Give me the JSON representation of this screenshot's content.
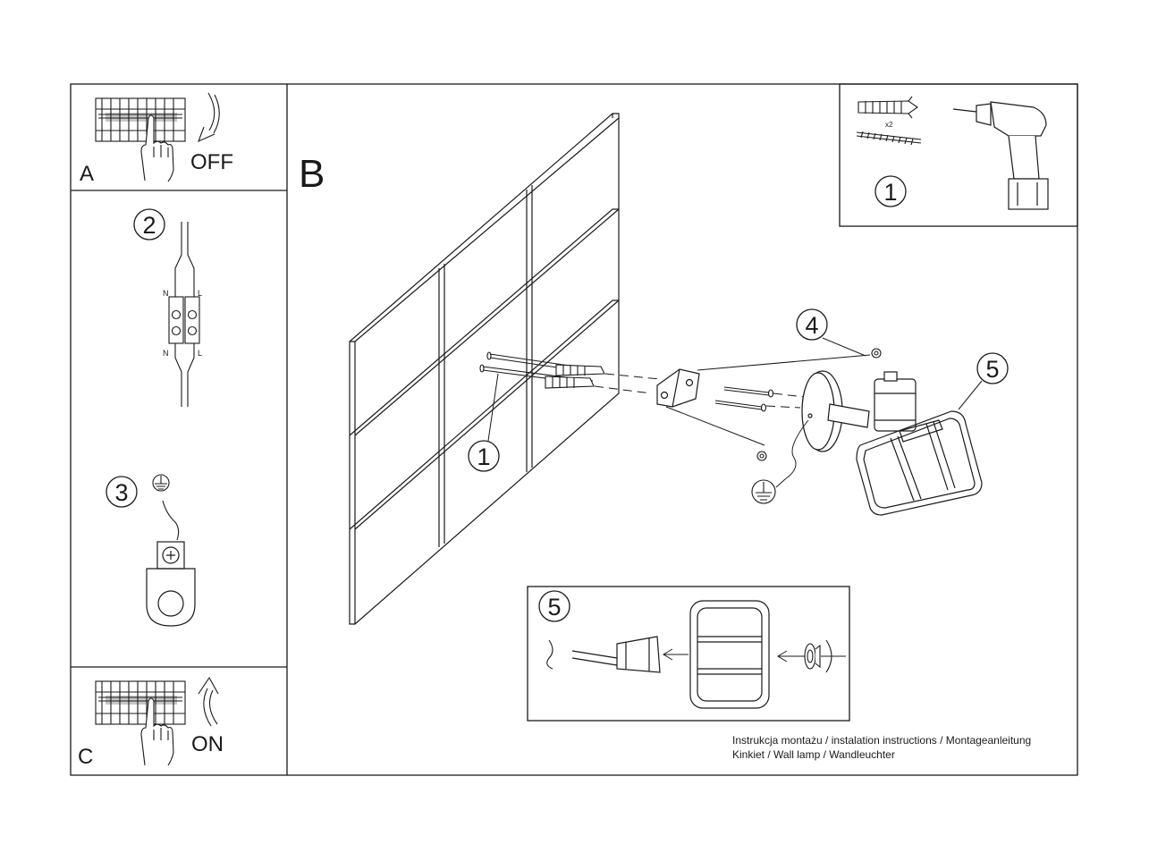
{
  "panels": {
    "a": {
      "letter": "A",
      "switch_label": "OFF"
    },
    "c": {
      "letter": "C",
      "switch_label": "ON"
    },
    "b": {
      "letter": "B"
    }
  },
  "steps": {
    "s1": "1",
    "s2": "2",
    "s3": "3",
    "s4": "4",
    "s5": "5"
  },
  "connector_labels": {
    "neutral": "N",
    "live": "L"
  },
  "anchor_quantity": "x2",
  "footer": {
    "line1": "Instrukcja montażu / instalation instructions / Montageanleitung",
    "line2": "Kinkiet / Wall lamp / Wandleuchter"
  }
}
